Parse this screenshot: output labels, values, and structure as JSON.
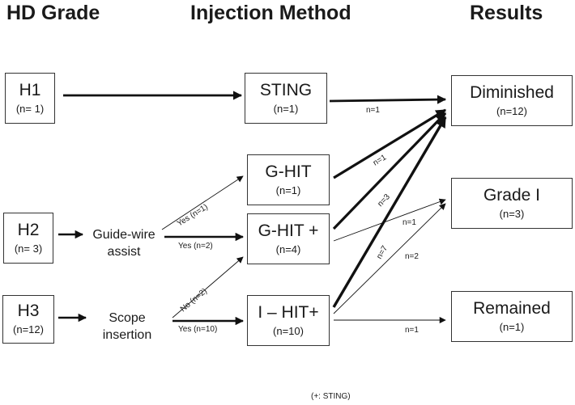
{
  "headers": {
    "grade": "HD Grade",
    "method": "Injection Method",
    "results": "Results"
  },
  "grades": [
    {
      "name": "H1",
      "count": "(n= 1)"
    },
    {
      "name": "H2",
      "count": "(n= 3)"
    },
    {
      "name": "H3",
      "count": "(n=12)"
    }
  ],
  "assist": {
    "guide_wire": {
      "line1": "Guide-wire",
      "line2": "assist"
    },
    "scope": {
      "line1": "Scope",
      "line2": "insertion"
    }
  },
  "methods": [
    {
      "name": "STING",
      "count": "(n=1)"
    },
    {
      "name": "G-HIT",
      "count": "(n=1)"
    },
    {
      "name": "G-HIT +",
      "count": "(n=4)"
    },
    {
      "name": "I – HIT+",
      "count": "(n=10)"
    }
  ],
  "results": [
    {
      "name": "Diminished",
      "count": "(n=12)"
    },
    {
      "name": "Grade I",
      "count": "(n=3)"
    },
    {
      "name": "Remained",
      "count": "(n=1)"
    }
  ],
  "edge_labels": {
    "sting_diminished": "n=1",
    "ghit_diminished": "n=1",
    "ghitplus_diminished": "n=3",
    "ghitplus_grade1": "n=1",
    "ihit_diminished": "n=7",
    "ihit_grade1": "n=2",
    "ihit_remained": "n=1",
    "h2_yes1": "Yes  (n=1)",
    "h2_yes2": "Yes  (n=2)",
    "h3_no2": "No (n=2)",
    "h3_yes10": "Yes (n=10)"
  },
  "footnote": "(+: STING)"
}
